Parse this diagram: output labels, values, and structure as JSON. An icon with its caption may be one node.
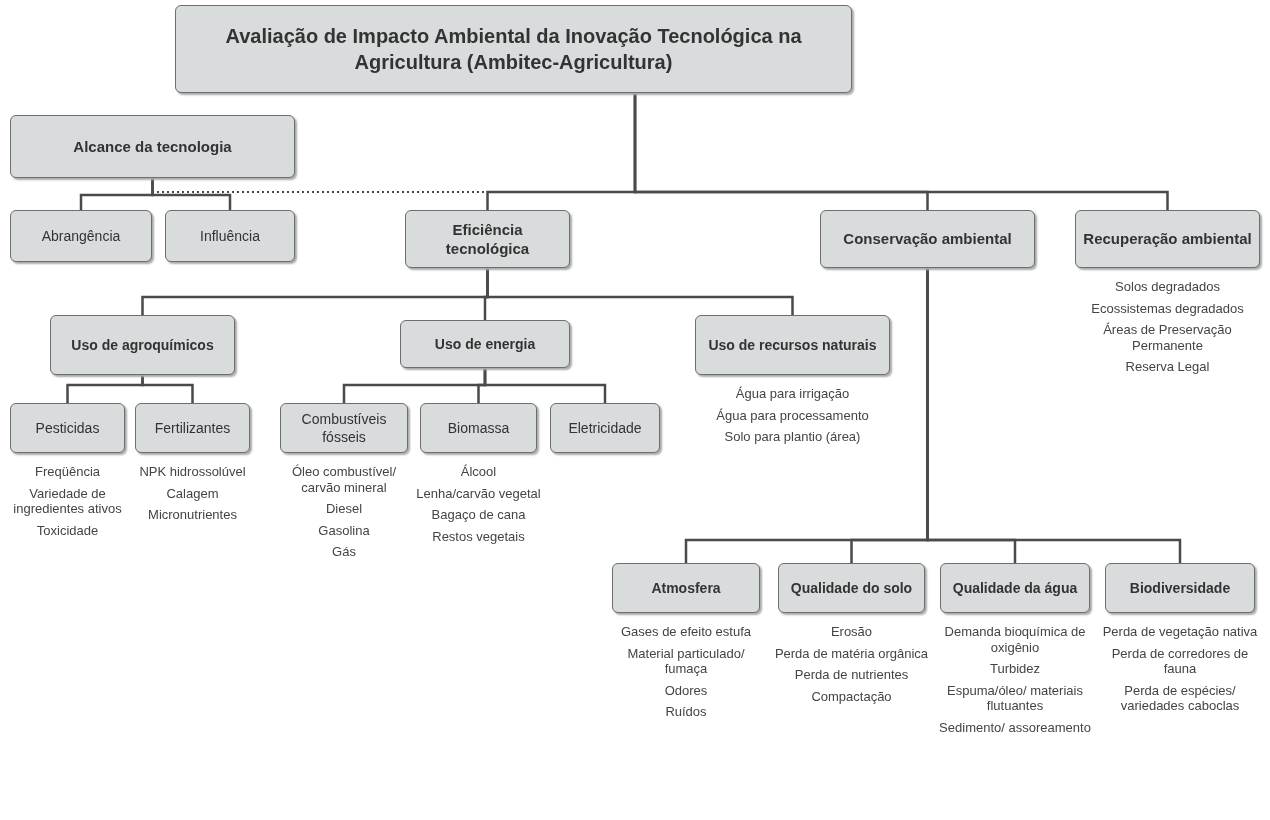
{
  "diagram": {
    "nodes": [
      {
        "text": [
          "Avaliação de Impacto Ambiental da Inovação Tecnológica na Agricultura (Ambitec-Agricultura)"
        ]
      },
      {
        "text": [
          "Alcance da tecnologia"
        ]
      },
      {
        "text": [
          "Abrangência"
        ]
      },
      {
        "text": [
          "Influência"
        ]
      },
      {
        "text": [
          "Eficiência tecnológica"
        ]
      },
      {
        "text": [
          "Conservação ambiental"
        ]
      },
      {
        "text": [
          "Recuperação ambiental"
        ],
        "beside": [
          "Solos degradados",
          "Ecossistemas degradados",
          "Áreas de Preservação Permanente",
          "Reserva Legal"
        ]
      },
      {
        "text": [
          "Uso de agroquímicos"
        ]
      },
      {
        "text": [
          "Uso de energia"
        ]
      },
      {
        "text": [
          "Uso de recursos naturais"
        ],
        "beside": [
          "Água para irrigação",
          "Água para processamento",
          "Solo para plantio (área)"
        ]
      },
      {
        "text": [
          "Pesticidas"
        ],
        "beside": [
          "Freqüência",
          "Variedade de ingredientes ativos",
          "Toxicidade"
        ]
      },
      {
        "text": [
          "Fertilizantes"
        ],
        "beside": [
          "NPK hidrossolúvel",
          "Calagem",
          "Micronutrientes"
        ]
      },
      {
        "text": [
          "Combustíveis fósseis"
        ],
        "beside": [
          "Óleo combustível/ carvão mineral",
          "Diesel",
          "Gasolina",
          "Gás"
        ]
      },
      {
        "text": [
          "Biomassa"
        ],
        "beside": [
          "Álcool",
          "Lenha/carvão vegetal",
          "Bagaço de cana",
          "Restos vegetais"
        ]
      },
      {
        "text": [
          "Eletricidade"
        ]
      },
      {
        "text": [
          "Atmosfera"
        ],
        "beside": [
          "Gases de efeito estufa",
          "Material particulado/ fumaça",
          "Odores",
          "Ruídos"
        ]
      },
      {
        "text": [
          "Qualidade do solo"
        ],
        "beside": [
          "Erosão",
          "Perda de matéria orgânica",
          "Perda de nutrientes",
          "Compactação"
        ]
      },
      {
        "text": [
          "Qualidade da água"
        ],
        "beside": [
          "Demanda bioquímica de oxigênio",
          "Turbidez",
          "Espuma/óleo/ materiais flutuantes",
          "Sedimento/ assoreamento"
        ]
      },
      {
        "text": [
          "Biodiversidade"
        ],
        "beside": [
          "Perda de vegetação nativa",
          "Perda de corredores de fauna",
          "Perda de espécies/ variedades caboclas"
        ]
      }
    ],
    "edges": [
      {
        "from": 0,
        "to": 1,
        "arrow": "none",
        "style": "dashed"
      },
      {
        "from": 0,
        "to": 4,
        "arrow": "none"
      },
      {
        "from": 0,
        "to": 5,
        "arrow": "none"
      },
      {
        "from": 0,
        "to": 6,
        "arrow": "none"
      },
      {
        "from": 1,
        "to": 2,
        "arrow": "none"
      },
      {
        "from": 1,
        "to": 3,
        "arrow": "none"
      },
      {
        "from": 4,
        "to": 7,
        "arrow": "none"
      },
      {
        "from": 4,
        "to": 8,
        "arrow": "none"
      },
      {
        "from": 4,
        "to": 9,
        "arrow": "none"
      },
      {
        "from": 7,
        "to": 10,
        "arrow": "none"
      },
      {
        "from": 7,
        "to": 11,
        "arrow": "none"
      },
      {
        "from": 8,
        "to": 12,
        "arrow": "none"
      },
      {
        "from": 8,
        "to": 13,
        "arrow": "none"
      },
      {
        "from": 8,
        "to": 14,
        "arrow": "none"
      },
      {
        "from": 5,
        "to": 15,
        "arrow": "none"
      },
      {
        "from": 5,
        "to": 16,
        "arrow": "none"
      },
      {
        "from": 5,
        "to": 17,
        "arrow": "none"
      },
      {
        "from": 5,
        "to": 18,
        "arrow": "none"
      }
    ]
  }
}
